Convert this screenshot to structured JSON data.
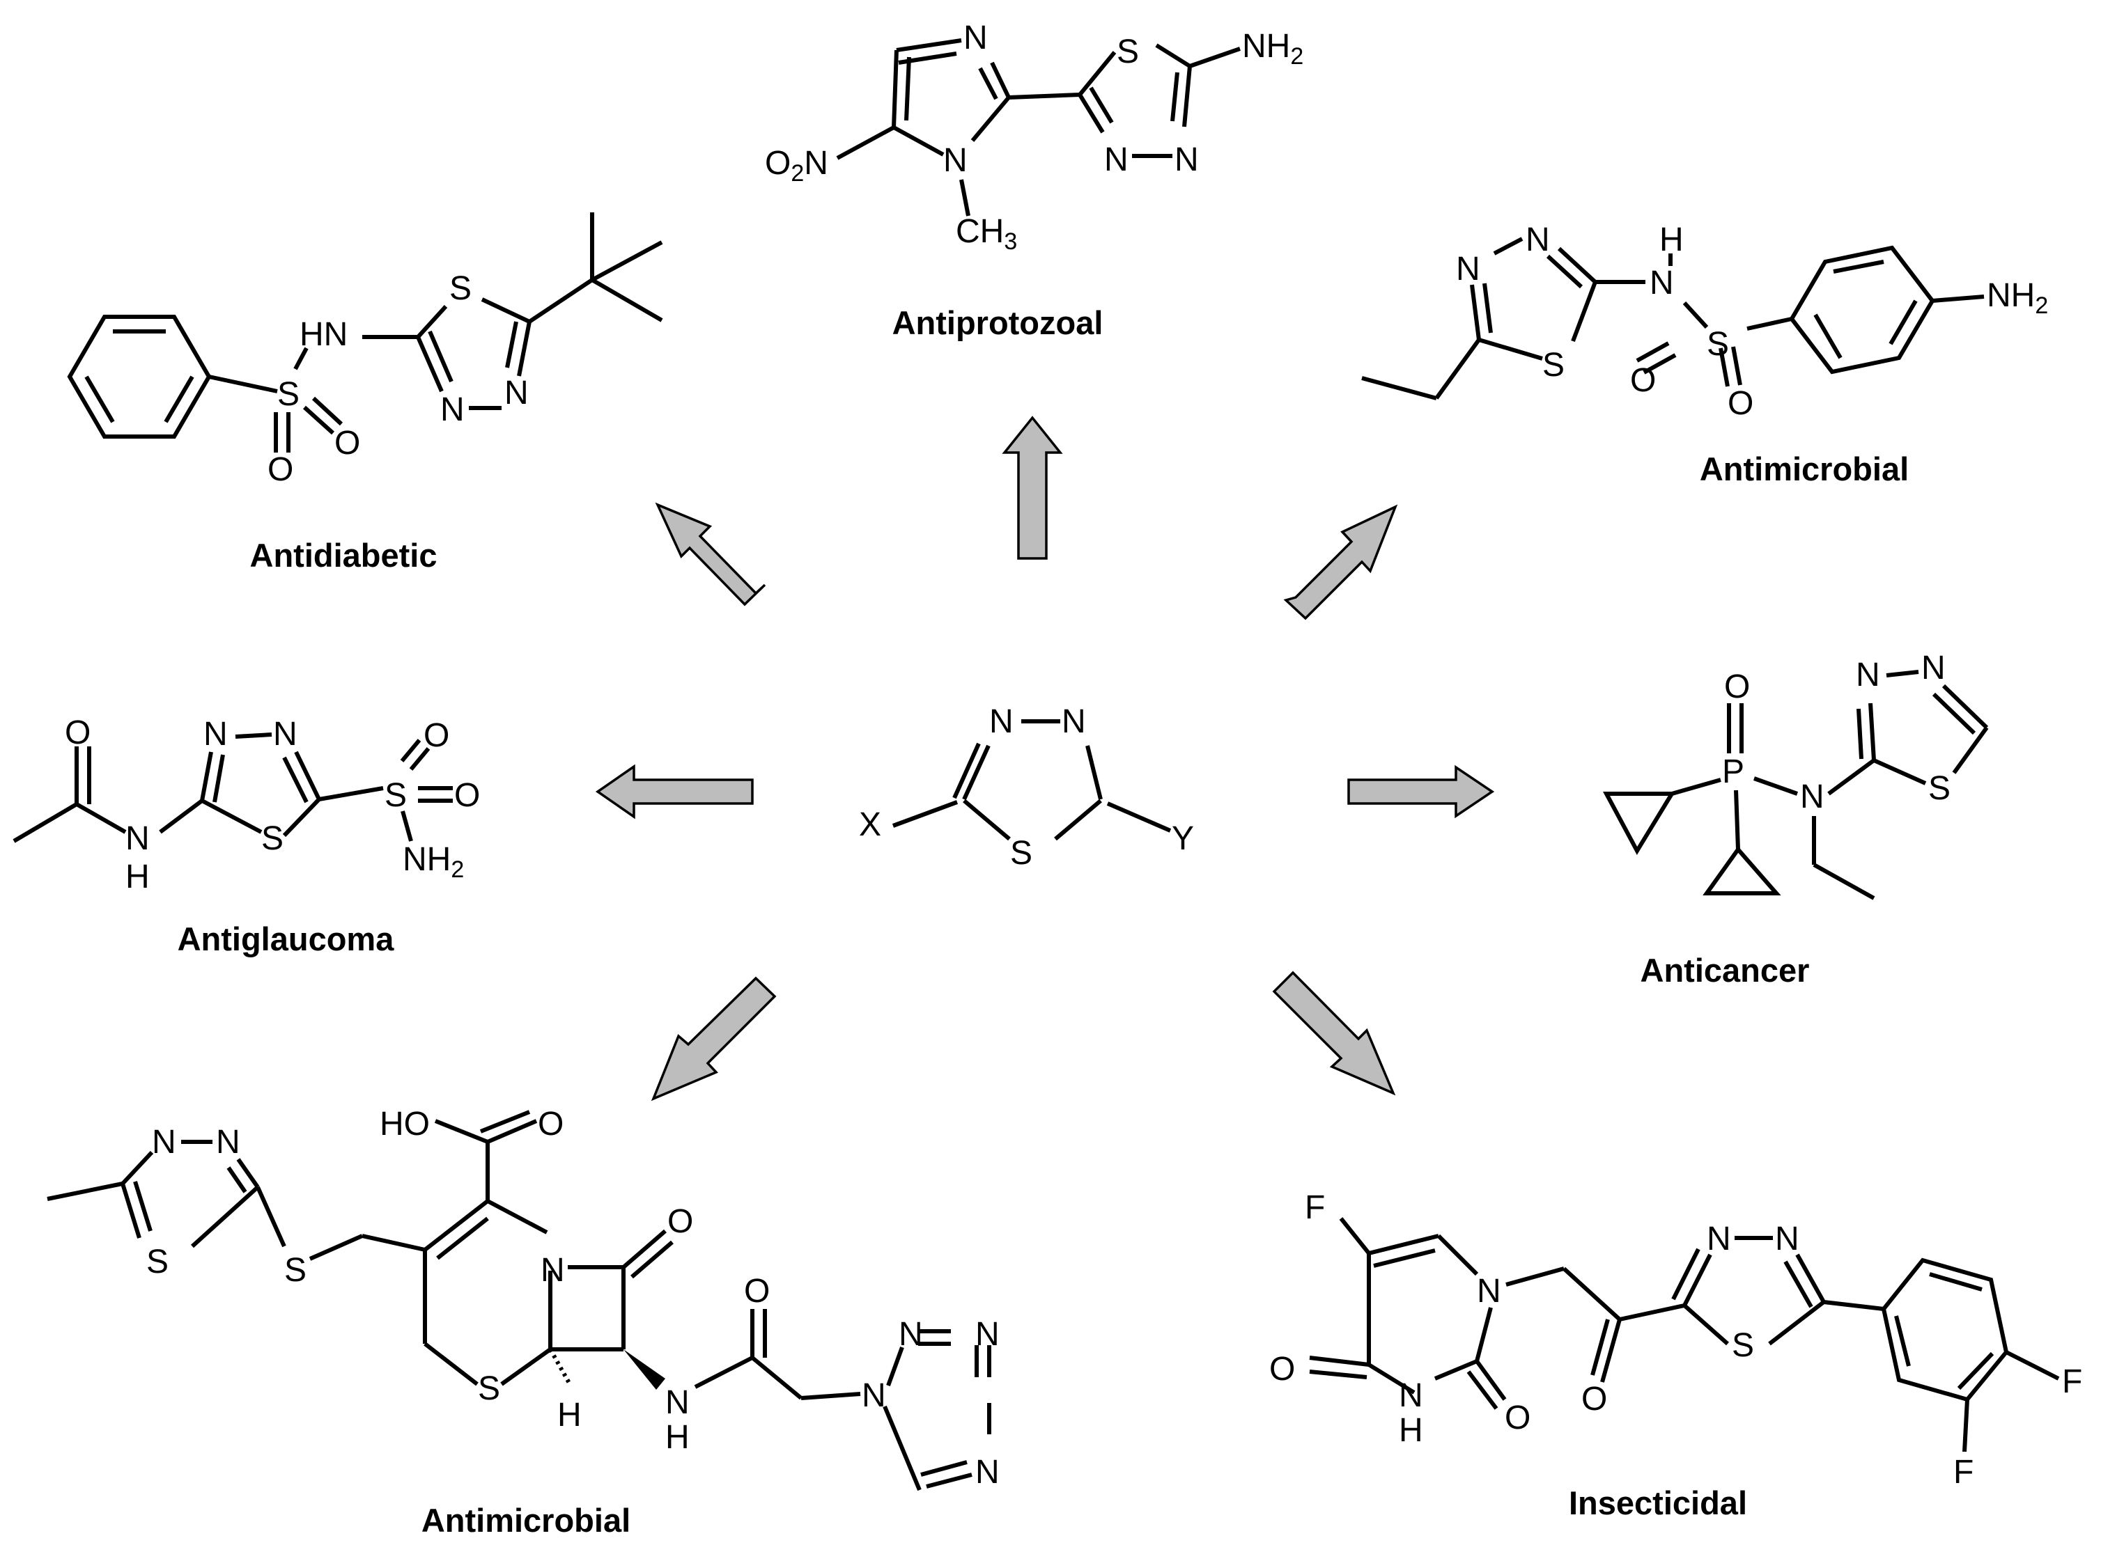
{
  "center": {
    "atoms": [
      "N",
      "N",
      "S",
      "X",
      "Y"
    ]
  },
  "compounds": [
    {
      "id": "antiprotozoal",
      "caption": "Antiprotozoal",
      "atoms": [
        "N",
        "S",
        "NH",
        "2",
        "O",
        "2",
        "N",
        "N",
        "N",
        "N",
        "CH",
        "3"
      ]
    },
    {
      "id": "antidiabetic",
      "caption": "Antidiabetic",
      "atoms": [
        "S",
        "HN",
        "S",
        "O",
        "O",
        "N",
        "N"
      ]
    },
    {
      "id": "antimicrobial-sulfa",
      "caption": "Antimicrobial",
      "atoms": [
        "N",
        "N",
        "H",
        "N",
        "S",
        "S",
        "O",
        "O",
        "NH",
        "2"
      ]
    },
    {
      "id": "antiglaucoma",
      "caption": "Antiglaucoma",
      "atoms": [
        "O",
        "N",
        "N",
        "S",
        "O",
        "O",
        "N",
        "H",
        "S",
        "NH",
        "2"
      ]
    },
    {
      "id": "anticancer",
      "caption": "Anticancer",
      "atoms": [
        "O",
        "P",
        "N",
        "N",
        "N",
        "S"
      ]
    },
    {
      "id": "antimicrobial-cephalosporin",
      "caption": "Antimicrobial",
      "atoms": [
        "N",
        "N",
        "S",
        "S",
        "HO",
        "O",
        "O",
        "N",
        "S",
        "H",
        "O",
        "N",
        "H",
        "N",
        "N",
        "N",
        "N"
      ]
    },
    {
      "id": "insecticidal",
      "caption": "Insecticidal",
      "atoms": [
        "F",
        "N",
        "O",
        "N",
        "H",
        "O",
        "O",
        "N",
        "N",
        "S",
        "F",
        "F"
      ]
    }
  ],
  "arrow_color": "#bdbdbd"
}
